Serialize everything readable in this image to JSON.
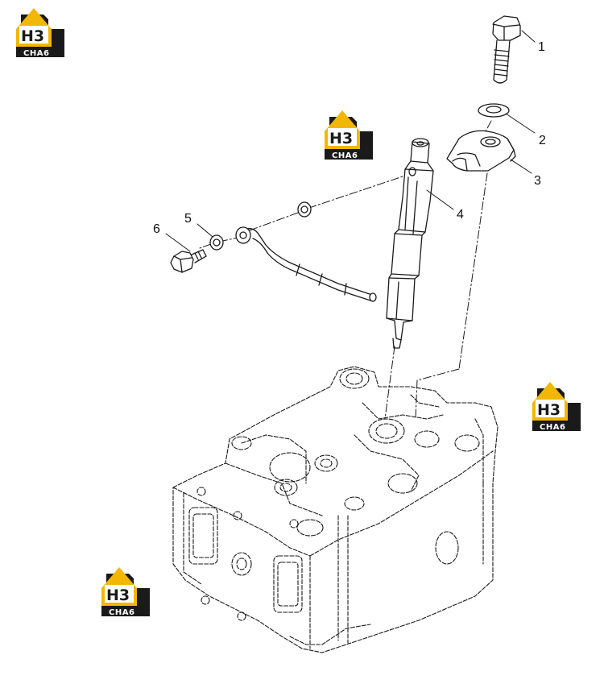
{
  "callouts": {
    "c1": "1",
    "c2": "2",
    "c3": "3",
    "c4": "4",
    "c5": "5",
    "c6": "6"
  },
  "watermark": {
    "letters": "H3",
    "subtitle": "CHA6",
    "accent_color": "#F2B705",
    "dark_color": "#1A1A1A"
  },
  "colors": {
    "line": "#1a1a1a",
    "background": "#ffffff"
  }
}
